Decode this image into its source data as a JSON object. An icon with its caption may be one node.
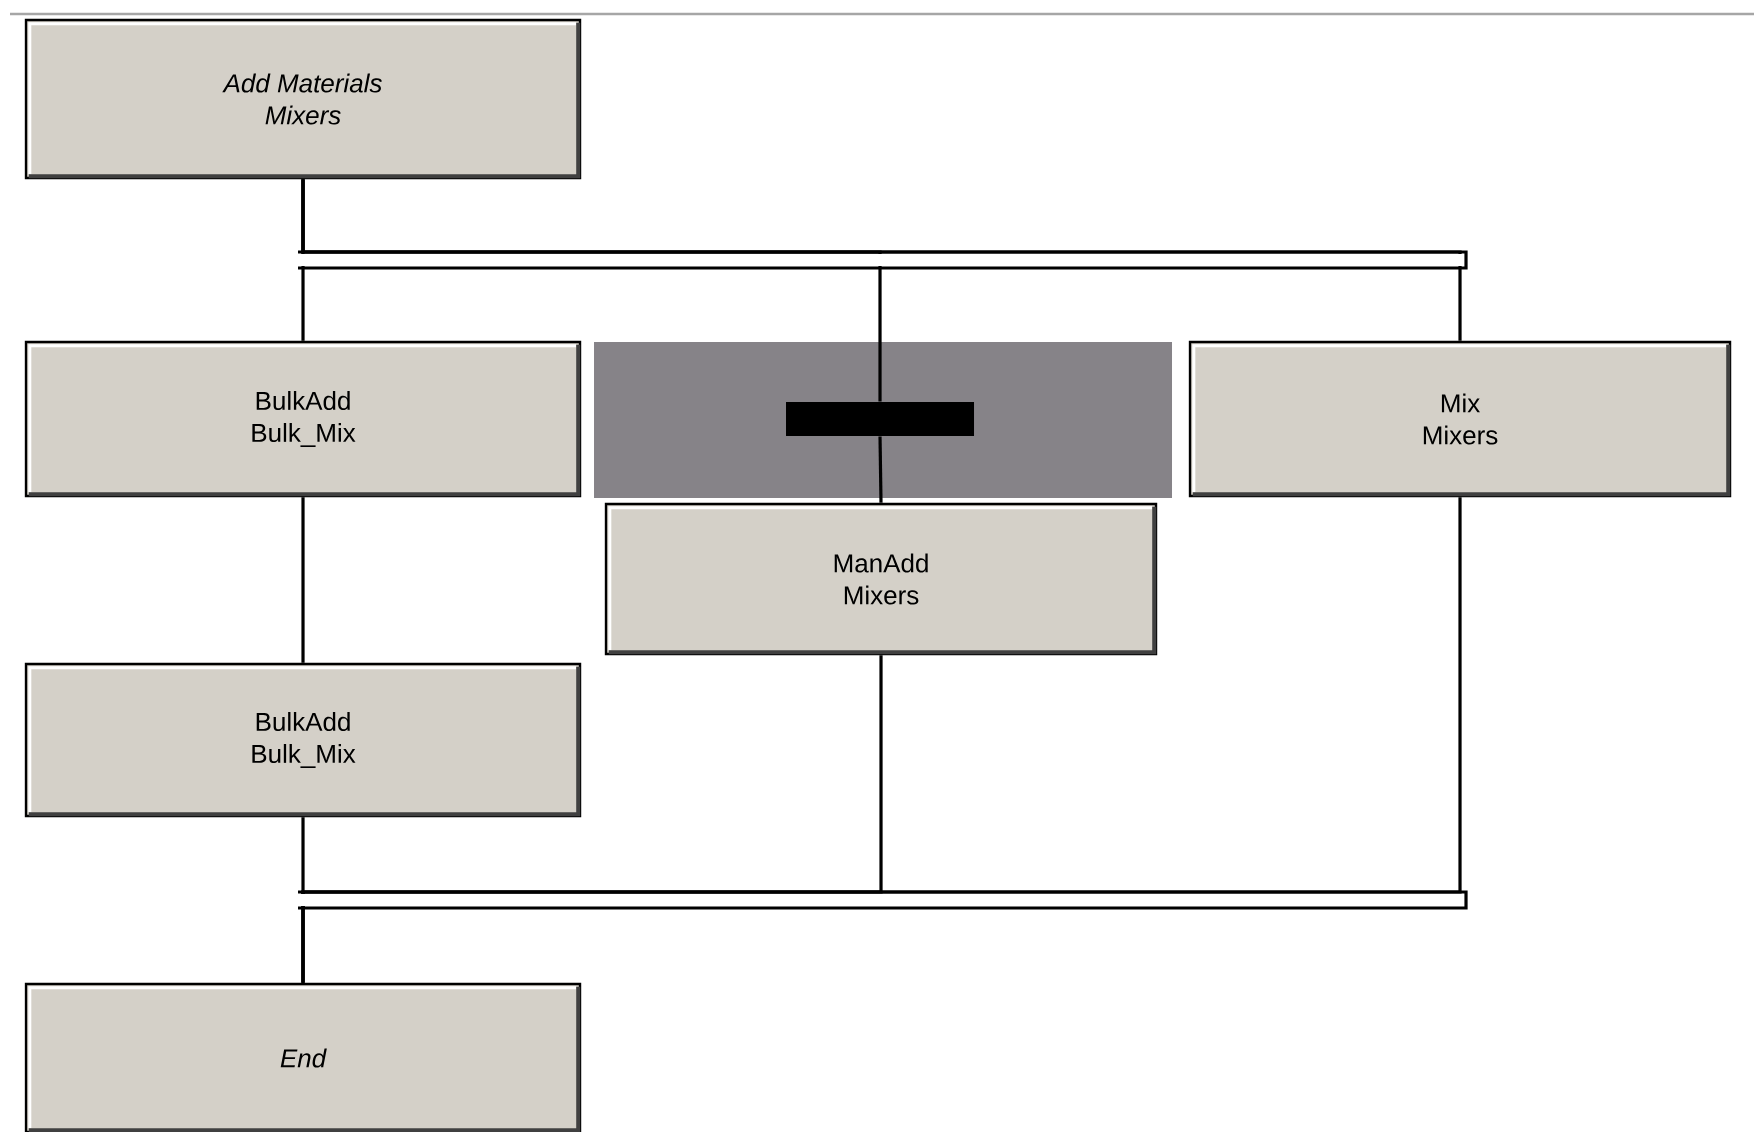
{
  "diagram": {
    "nodes": [
      {
        "text": [
          "Add Materials",
          "Mixers"
        ]
      },
      {
        "text": [
          "BulkAdd",
          "Bulk_Mix"
        ]
      },
      {
        "text": [],
        "shape": "bar"
      },
      {
        "text": [
          "Mix",
          "Mixers"
        ]
      },
      {
        "text": [
          "ManAdd",
          "Mixers"
        ]
      },
      {
        "text": [
          "BulkAdd",
          "Bulk_Mix"
        ]
      },
      {
        "text": [
          "End"
        ]
      }
    ],
    "edges": [
      {
        "from": 0,
        "to": 1,
        "arrow": "none"
      },
      {
        "from": 0,
        "to": 2,
        "arrow": "none"
      },
      {
        "from": 0,
        "to": 3,
        "arrow": "none"
      },
      {
        "from": 2,
        "to": 4,
        "arrow": "none"
      },
      {
        "from": 1,
        "to": 5,
        "arrow": "none"
      },
      {
        "from": 5,
        "to": 6,
        "arrow": "none"
      },
      {
        "from": 4,
        "to": 6,
        "arrow": "none"
      },
      {
        "from": 3,
        "to": 6,
        "arrow": "none"
      }
    ]
  }
}
